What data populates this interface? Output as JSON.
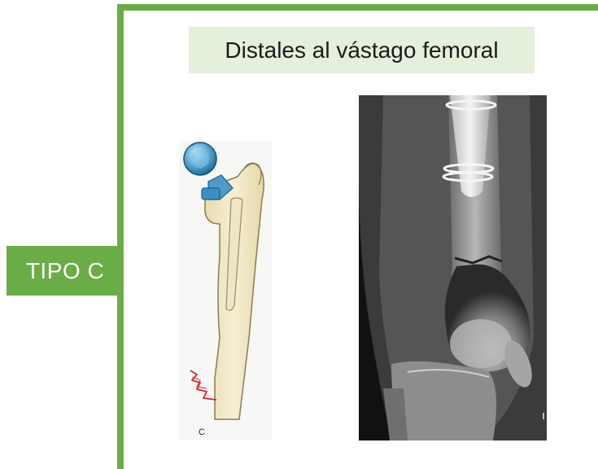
{
  "slide": {
    "title": "Distales al vástago femoral",
    "type_label": "TIPO C",
    "illustration_caption": "C"
  },
  "colors": {
    "frame_green": "#6aad47",
    "title_background": "#e4efdc",
    "bone": "#f1e8c7",
    "prosthesis_blue": "#3a90c2",
    "fracture_red": "#d8242b"
  },
  "illustration": {
    "icon": "femur-with-prosthesis-illustration"
  },
  "xray": {
    "icon": "femur-xray-image"
  }
}
